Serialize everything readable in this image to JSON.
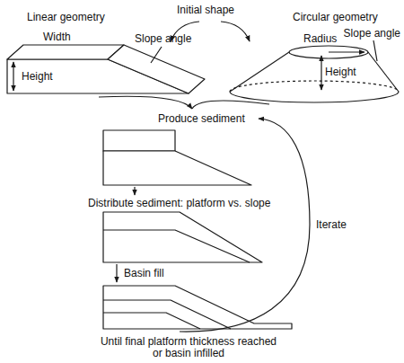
{
  "diagram": {
    "labels": [
      "Initial shape",
      "Linear geometry",
      "Circular geometry",
      "Width",
      "Radius",
      "Slope angle",
      "Height",
      "Slope angle",
      "Height",
      "Produce sediment",
      "Distribute sediment: platform vs. slope",
      "Basin fill",
      "Iterate",
      "Until final platform thickness reached or basin infilled"
    ]
  }
}
